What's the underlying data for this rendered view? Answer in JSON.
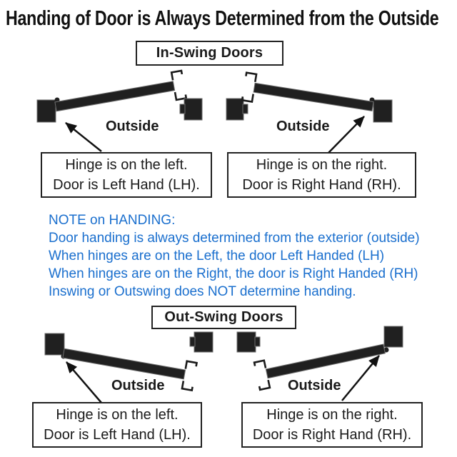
{
  "title": "Handing of Door is Always Determined from the Outside",
  "colors": {
    "note_blue": "#1a6fce",
    "ink": "#1a1a1a",
    "door_fill": "#202020"
  },
  "inswing": {
    "label": "In-Swing Doors",
    "left_outside": "Outside",
    "right_outside": "Outside",
    "left_box": {
      "line1": "Hinge is on the left.",
      "line2": "Door is Left Hand (LH)."
    },
    "right_box": {
      "line1": "Hinge is on the right.",
      "line2": "Door is Right Hand (RH)."
    }
  },
  "note": {
    "heading": "NOTE on HANDING:",
    "lines": [
      "Door handing is always determined from the exterior (outside)",
      "When hinges are on the Left, the door Left Handed (LH)",
      "When hinges are on the Right, the door is Right Handed (RH)",
      "Inswing or Outswing does NOT determine handing."
    ]
  },
  "outswing": {
    "label": "Out-Swing Doors",
    "left_outside": "Outside",
    "right_outside": "Outside",
    "left_box": {
      "line1": "Hinge is on the left.",
      "line2": "Door is Left Hand (LH)."
    },
    "right_box": {
      "line1": "Hinge is on the right.",
      "line2": "Door is Right Hand (RH)."
    }
  }
}
